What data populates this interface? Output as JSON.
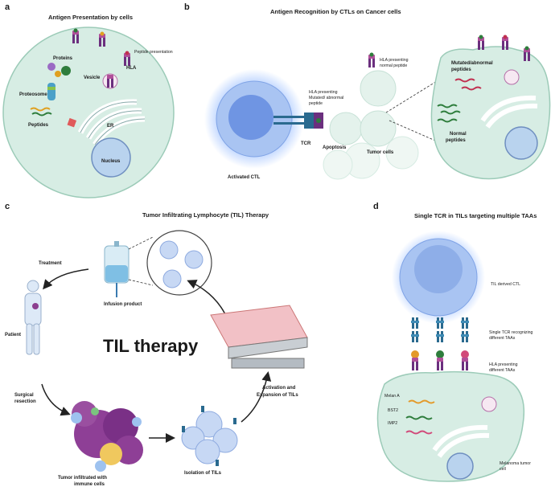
{
  "panels": {
    "a": {
      "letter": "a",
      "title": "Antigen Presentation by cells",
      "labels": {
        "peptide_presentation": "Peptide presentation",
        "hla": "HLA",
        "proteins": "Proteins",
        "vesicle": "Vesicle",
        "proteosome": "Proteosome",
        "peptides": "Peptides",
        "er": "ER",
        "nucleus": "Nucleus"
      }
    },
    "b": {
      "letter": "b",
      "title": "Antigen Recognition by CTLs on Cancer cells",
      "labels": {
        "hla_normal_1": "HLA presenting",
        "hla_normal_2": "normal peptide",
        "hla_mut_1": "HLA presenting",
        "hla_mut_2": "Mutated/ abnormal",
        "hla_mut_3": "peptide",
        "tcr": "TCR",
        "apoptosis": "Apoptosis",
        "tumor_cells": "Tumor cells",
        "activated_ctl": "Activated CTL",
        "mutated_1": "Mutated/abnormal",
        "mutated_2": "peptides",
        "normal_1": "Normal",
        "normal_2": "peptides"
      }
    },
    "c": {
      "letter": "c",
      "title": "Tumor Infiltrating Lymphocyte (TIL) Therapy",
      "labels": {
        "treatment": "Treatment",
        "infusion": "Infusion product",
        "patient": "Patient",
        "til_therapy": "TIL therapy",
        "activation_1": "Activation and",
        "activation_2": "Expansion of TILs",
        "surgical_1": "Surgical",
        "surgical_2": "resection",
        "tumor_inf_1": "Tumor infiltrated with",
        "tumor_inf_2": "immune cells",
        "isolation": "Isolation of TILs"
      }
    },
    "d": {
      "letter": "d",
      "title": "Single TCR in TILs targeting multiple TAAs",
      "labels": {
        "til_ctl": "TIL derived CTL",
        "single_tcr_1": "Single TCR recognizing",
        "single_tcr_2": "different TAAs",
        "hla_diff_1": "HLA presenting",
        "hla_diff_2": "different TAAs",
        "melan_a": "Melan A",
        "bst2": "BST2",
        "imp2": "IMP2",
        "melanoma_1": "Melanoma tumor",
        "melanoma_2": "cell"
      }
    }
  },
  "colors": {
    "cell_fill": "#d7ede4",
    "cell_stroke": "#9ccbb8",
    "ctl_fill": "#a9c4f2",
    "ctl_nucleus": "#6f95e3",
    "hla_purple": "#6b2f7e",
    "tcr_blue": "#2a6a8f",
    "tumor_purple": "#7d3f8f",
    "bag_pink": "#e6a3a9"
  },
  "icons": [
    "hla-icon",
    "tcr-icon",
    "iv-bag-icon",
    "bioreactor-icon",
    "body-icon",
    "arrow-icon"
  ]
}
